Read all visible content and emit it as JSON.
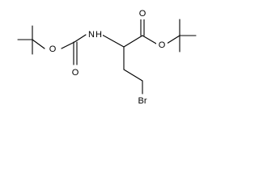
{
  "molecule": {
    "atoms": {
      "O_carbamate_ether": "O",
      "N_amine": "N",
      "H_amine": "H",
      "O_carbamate_carbonyl": "O",
      "O_ester_carbonyl": "O",
      "O_ester_ether": "O",
      "Br": "Br"
    },
    "colors": {
      "bond": "#000000",
      "label": "#000000",
      "background": "#ffffff"
    }
  }
}
